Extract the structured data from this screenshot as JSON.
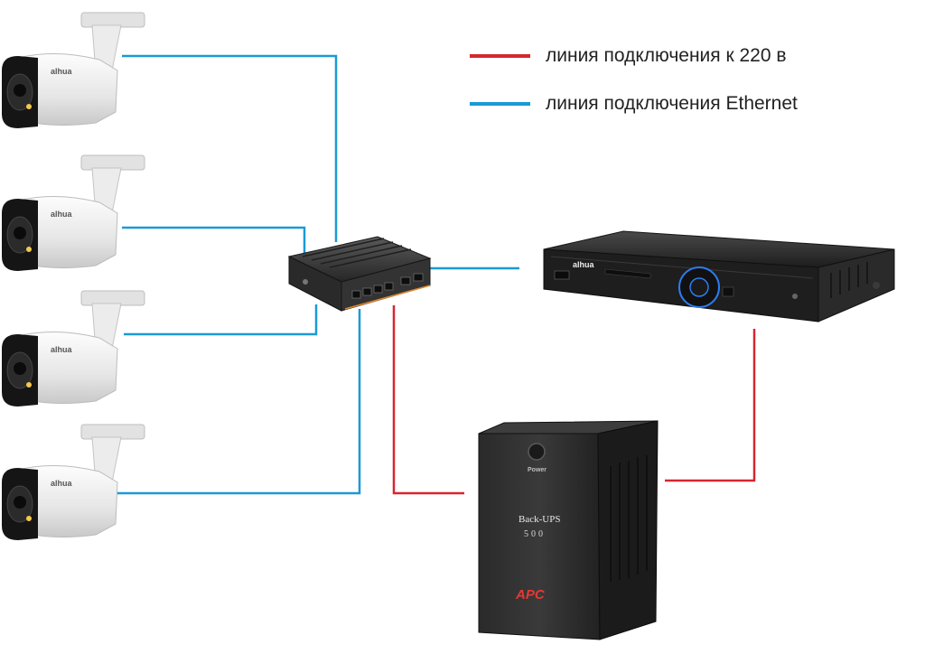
{
  "legend": {
    "power_line": {
      "label": "линия подключения к 220 в",
      "color": "#d7262e"
    },
    "ethernet_line": {
      "label": "линия подключения Ethernet",
      "color": "#1a9ad6"
    }
  },
  "devices": {
    "cameras": [
      {
        "brand": "alhua"
      },
      {
        "brand": "alhua"
      },
      {
        "brand": "alhua"
      },
      {
        "brand": "alhua"
      }
    ],
    "poe_switch": {
      "icon": "network-switch-icon"
    },
    "dvr": {
      "brand": "alhua",
      "icon": "dvr-recorder-icon"
    },
    "ups": {
      "power_label": "Power",
      "model": "Back-UPS",
      "capacity": "500",
      "brand": "APC",
      "icon": "ups-icon"
    }
  }
}
